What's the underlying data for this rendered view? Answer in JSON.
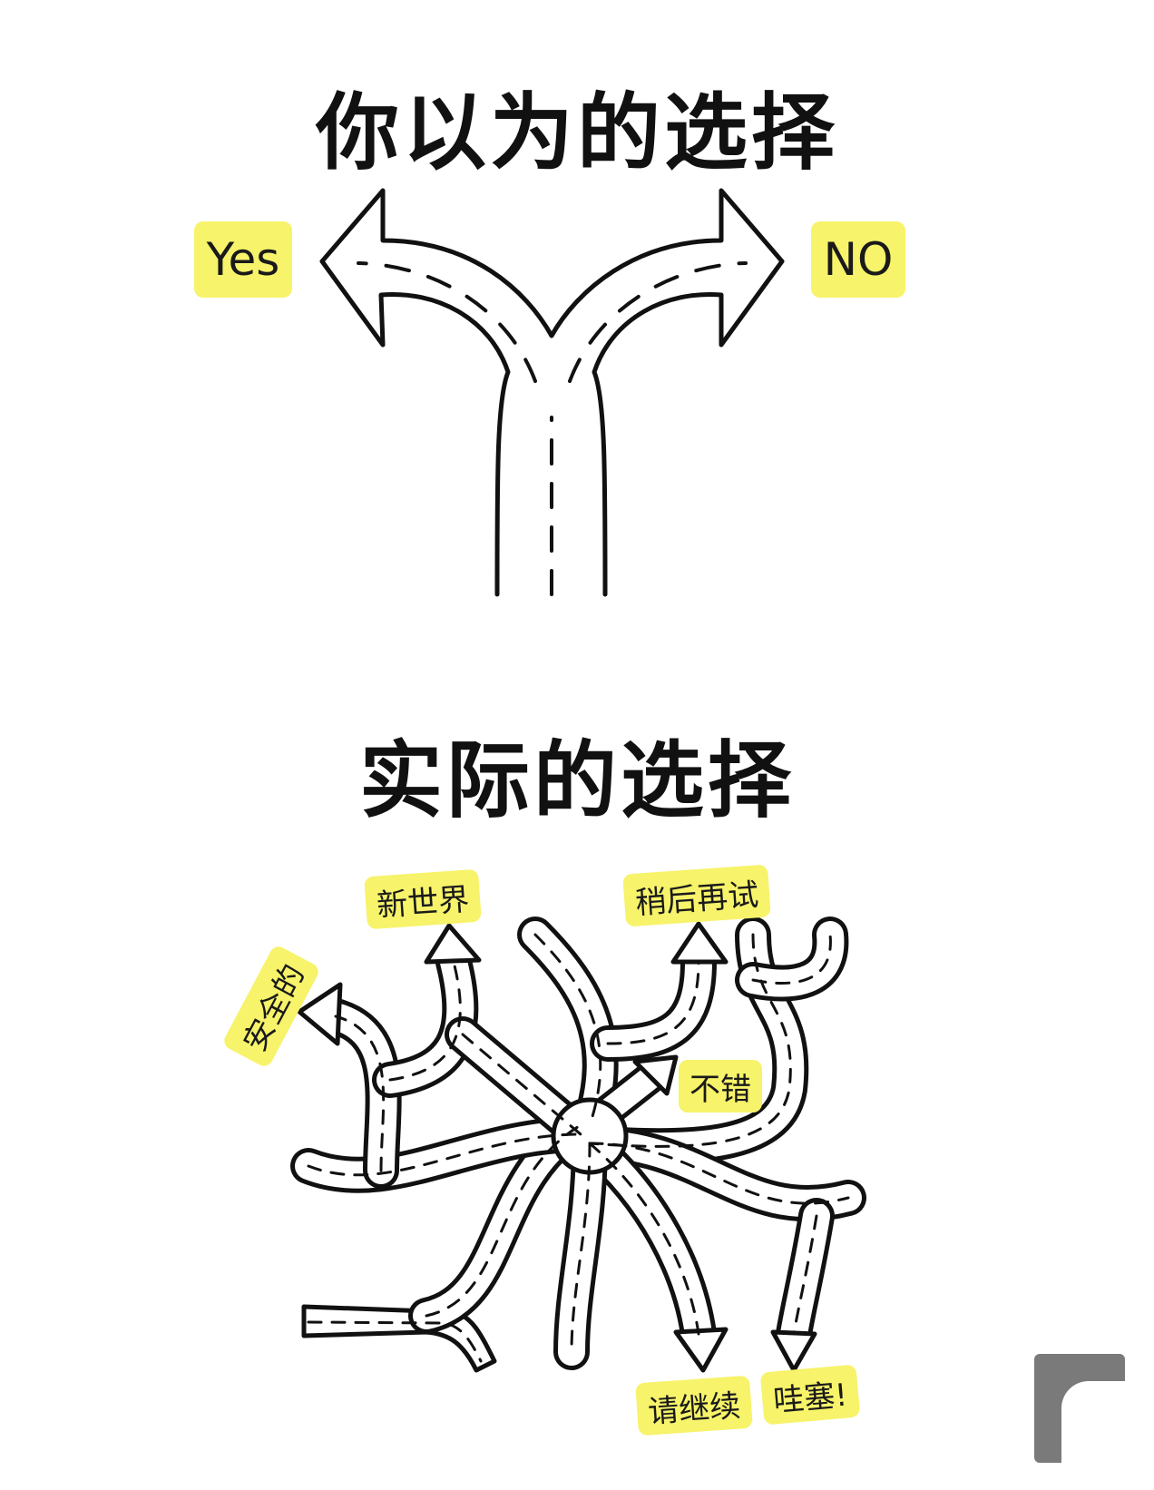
{
  "titles": {
    "top": "你以为的选择",
    "bottom": "实际的选择"
  },
  "labels": {
    "yes": "Yes",
    "no": "NO",
    "new_world": "新世界",
    "try_later": "稍后再试",
    "safe": "安全的",
    "not_bad": "不错",
    "continue": "请继续",
    "wow": "哇塞!"
  },
  "colors": {
    "tag": "#f7f36a",
    "ink": "#111111"
  }
}
